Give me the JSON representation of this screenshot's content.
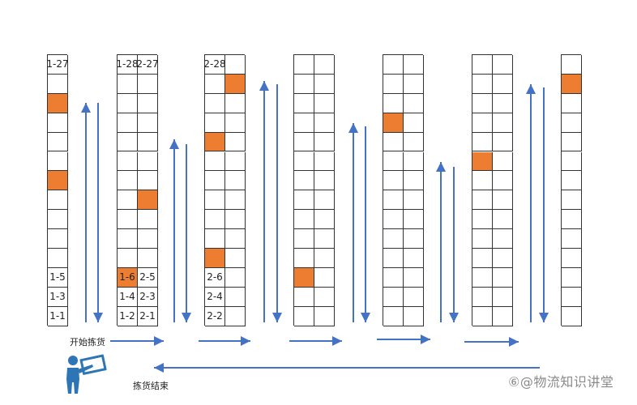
{
  "captions": {
    "start": "开始拣货",
    "end": "拣货结束"
  },
  "watermark": "⑥@物流知识讲堂",
  "colors": {
    "highlight": "#ed7d31",
    "arrow": "#4472c4",
    "grid": "#333333",
    "icon": "#2e75b6"
  },
  "icons": {
    "picker": "person-at-board-icon"
  },
  "racks": [
    {
      "id": "rack-1",
      "cols": 1,
      "labels": {
        "0,0": "1-27",
        "11,0": "1-5",
        "12,0": "1-3",
        "13,0": "1-1"
      },
      "highlight": [
        "2,0",
        "6,0"
      ]
    },
    {
      "id": "rack-2",
      "cols": 2,
      "labels": {
        "0,0": "1-28",
        "0,1": "2-27",
        "11,0": "1-6",
        "11,1": "2-5",
        "12,0": "1-4",
        "12,1": "2-3",
        "13,0": "1-2",
        "13,1": "2-1"
      },
      "highlight": [
        "7,1",
        "11,0"
      ]
    },
    {
      "id": "rack-3",
      "cols": 2,
      "labels": {
        "0,0": "2-28",
        "11,0": "2-6",
        "12,0": "2-4",
        "13,0": "2-2"
      },
      "highlight": [
        "1,1",
        "4,0",
        "10,0"
      ]
    },
    {
      "id": "rack-4",
      "cols": 2,
      "labels": {},
      "highlight": [
        "11,0"
      ]
    },
    {
      "id": "rack-5",
      "cols": 2,
      "labels": {},
      "highlight": [
        "3,0"
      ]
    },
    {
      "id": "rack-6",
      "cols": 2,
      "labels": {},
      "highlight": [
        "5,0"
      ]
    },
    {
      "id": "rack-7",
      "cols": 1,
      "labels": {},
      "highlight": [
        "1,0"
      ]
    }
  ]
}
